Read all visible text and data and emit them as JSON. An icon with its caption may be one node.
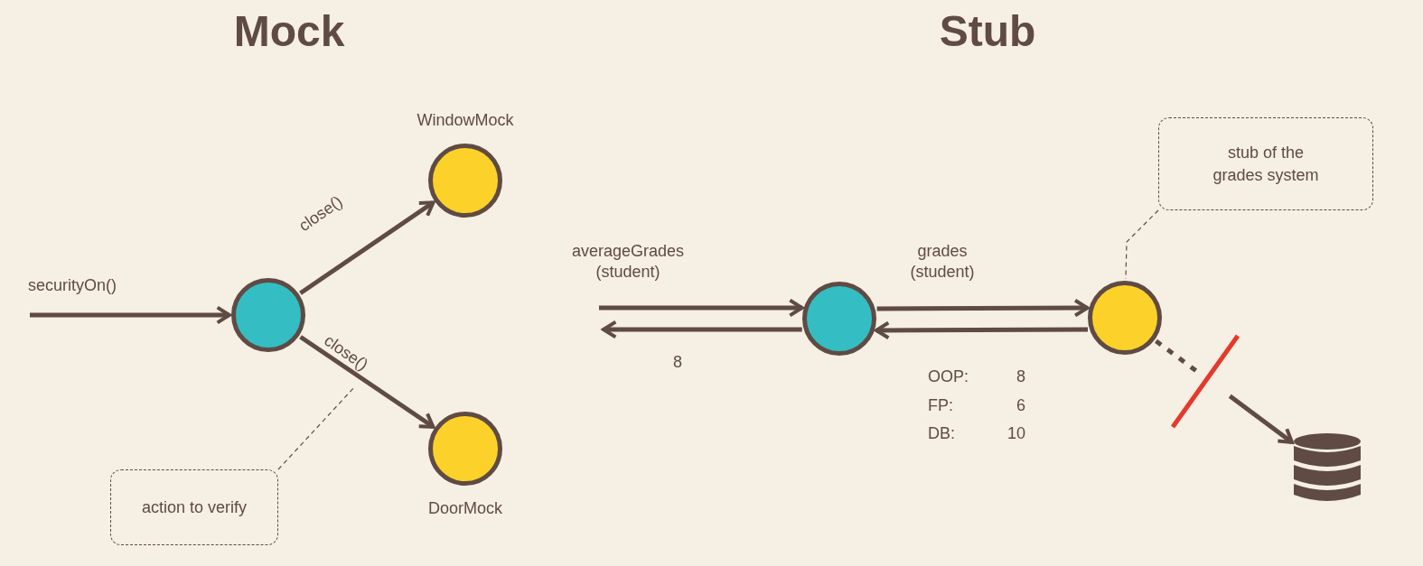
{
  "diagram": {
    "nodes": [
      {
        "text": [],
        "shape": "circle"
      },
      {
        "text": [
          "WindowMock"
        ]
      },
      {
        "text": [
          "DoorMock"
        ]
      },
      {
        "text": [
          "action to verify"
        ]
      },
      {
        "text": [],
        "shape": "circle"
      },
      {
        "text": [],
        "shape": "circle"
      },
      {
        "text": [
          "stub of the grades system"
        ]
      },
      {
        "text": [],
        "shape": "cylinder"
      }
    ],
    "edges": [
      {
        "from": null,
        "to": 0,
        "arrow": "to",
        "label": "securityOn()"
      },
      {
        "from": 0,
        "to": 1,
        "arrow": "to",
        "label": "close()"
      },
      {
        "from": 0,
        "to": 2,
        "arrow": "to",
        "label": "close()"
      },
      {
        "from": 3,
        "to": null,
        "arrow": "none",
        "style": "dashed"
      },
      {
        "from": null,
        "to": 4,
        "arrow": "to",
        "label": "averageGrades (student)"
      },
      {
        "from": 4,
        "to": null,
        "arrow": "to",
        "label": "8"
      },
      {
        "from": 4,
        "to": 5,
        "arrow": "to",
        "label": "grades (student)"
      },
      {
        "from": 5,
        "to": 4,
        "arrow": "to"
      },
      {
        "from": 5,
        "to": 7,
        "arrow": "to",
        "style": "dashed"
      },
      {
        "from": 6,
        "to": 5,
        "arrow": "none",
        "style": "dashed"
      }
    ],
    "labels": [
      "Mock",
      "Stub",
      "OOP:",
      "8",
      "FP:",
      "6",
      "DB:",
      "10"
    ]
  }
}
